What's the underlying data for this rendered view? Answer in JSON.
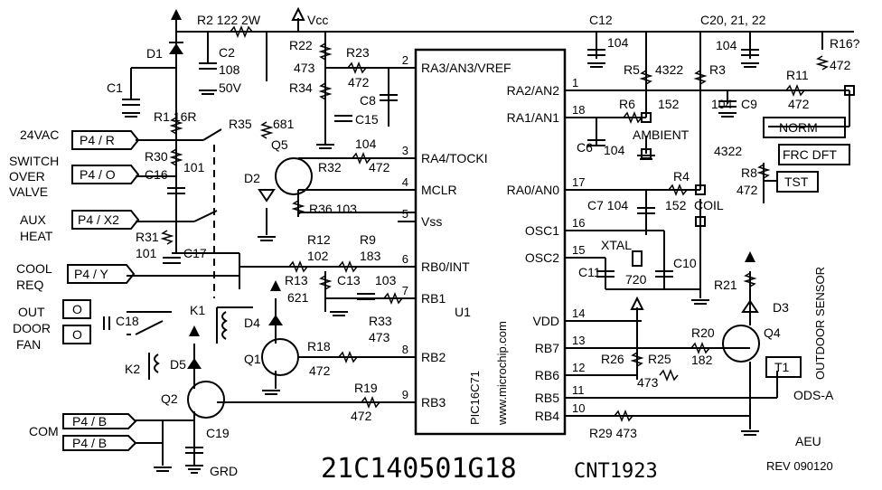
{
  "header": {
    "r2": "R2 122 2W",
    "vcc": "Vcc",
    "c12": "C12",
    "c20": "C20, 21, 22",
    "r16": "R16?",
    "r16v": "472"
  },
  "left": {
    "d1": "D1",
    "c2": "C2",
    "c2v1": "108",
    "c2v2": "50V",
    "c1": "C1",
    "r1": "R1 16R",
    "r35": "R35",
    "r35v": "681",
    "q5": "Q5",
    "r30": "R30",
    "c16": "C16",
    "c16v": "101",
    "d2": "D2",
    "r22": "R22",
    "r22v": "473",
    "r34": "R34",
    "r23": "R23",
    "r23v": "472",
    "c8": "C8",
    "c15": "C15",
    "r32": "R32",
    "r32v1": "104",
    "r32v2": "472",
    "r36": "R36 103",
    "r31": "R31",
    "r31v": "101",
    "c17": "C17",
    "r12": "R12",
    "r12v": "102",
    "r9": "R9",
    "r9v": "183",
    "r13": "R13",
    "r13v": "621",
    "c13": "C13",
    "c13v": "103",
    "r33": "R33",
    "r33v": "473",
    "k1": "K1",
    "d4": "D4",
    "c18": "C18",
    "q1": "Q1",
    "r18": "R18",
    "r18v": "472",
    "k2": "K2",
    "d5": "D5",
    "q2": "Q2",
    "r19": "R19",
    "r19v": "472",
    "c19": "C19",
    "grd": "GRD"
  },
  "connectors": {
    "v24": "24VAC",
    "p4r": "P4 / R",
    "switch1": "SWITCH",
    "switch2": "OVER",
    "switch3": "VALVE",
    "p4o": "P4 / O",
    "aux1": "AUX",
    "aux2": "HEAT",
    "p4x2": "P4 / X2",
    "cool1": "COOL",
    "cool2": "REQ",
    "p4y": "P4 / Y",
    "out1": "OUT",
    "out2": "DOOR",
    "out3": "FAN",
    "o1": "O",
    "o2": "O",
    "com": "COM",
    "p4b1": "P4 / B",
    "p4b2": "P4 / B"
  },
  "ic": {
    "name": "U1",
    "part": "PIC16C71",
    "maker": "www.microchip.com",
    "pins_left": [
      {
        "num": "2",
        "label": "RA3/AN3/VREF"
      },
      {
        "num": "3",
        "label": "RA4/TOCKI"
      },
      {
        "num": "4",
        "label": "MCLR"
      },
      {
        "num": "5",
        "label": "Vss"
      },
      {
        "num": "6",
        "label": "RB0/INT"
      },
      {
        "num": "7",
        "label": "RB1"
      },
      {
        "num": "8",
        "label": "RB2"
      },
      {
        "num": "9",
        "label": "RB3"
      }
    ],
    "pins_right": [
      {
        "num": "1",
        "label": "RA2/AN2"
      },
      {
        "num": "18",
        "label": "RA1/AN1"
      },
      {
        "num": "17",
        "label": "RA0/AN0"
      },
      {
        "num": "16",
        "label": "OSC1"
      },
      {
        "num": "15",
        "label": "OSC2"
      },
      {
        "num": "14",
        "label": "VDD"
      },
      {
        "num": "13",
        "label": "RB7"
      },
      {
        "num": "12",
        "label": "RB6"
      },
      {
        "num": "11",
        "label": "RB5"
      },
      {
        "num": "10",
        "label": "RB4"
      }
    ]
  },
  "right": {
    "c12v": "104",
    "r5": "R5",
    "r5v": "4322",
    "r3": "R3",
    "c20v": "104",
    "c9v": "104",
    "c9": "C9",
    "r11": "R11",
    "r11v": "472",
    "r6": "R6",
    "r6v": "152",
    "ambient": "AMBIENT",
    "c6": "C6",
    "c6v": "104",
    "norm": "NORM",
    "r4322": "4322",
    "frcdft": "FRC DFT",
    "r8": "R8",
    "r8v": "472",
    "tst": "TST",
    "r4": "R4",
    "c7": "C7 104",
    "r4v": "152",
    "coil": "COIL",
    "xtal": "XTAL",
    "c11": "C11",
    "xtalv": "720",
    "c10": "C10",
    "r21": "R21",
    "d3": "D3",
    "q4": "Q4",
    "r20": "R20",
    "r20v": "182",
    "r26": "R26",
    "r25": "R25",
    "r25v": "473",
    "t1": "T1",
    "ods": "ODS-A",
    "outdoor": "OUTDOOR SENSOR",
    "r29": "R29 473"
  },
  "footer": {
    "part_number": "21C140501G18",
    "cnt": "CNT1923",
    "logo": "AEU",
    "rev": "REV 090120"
  }
}
